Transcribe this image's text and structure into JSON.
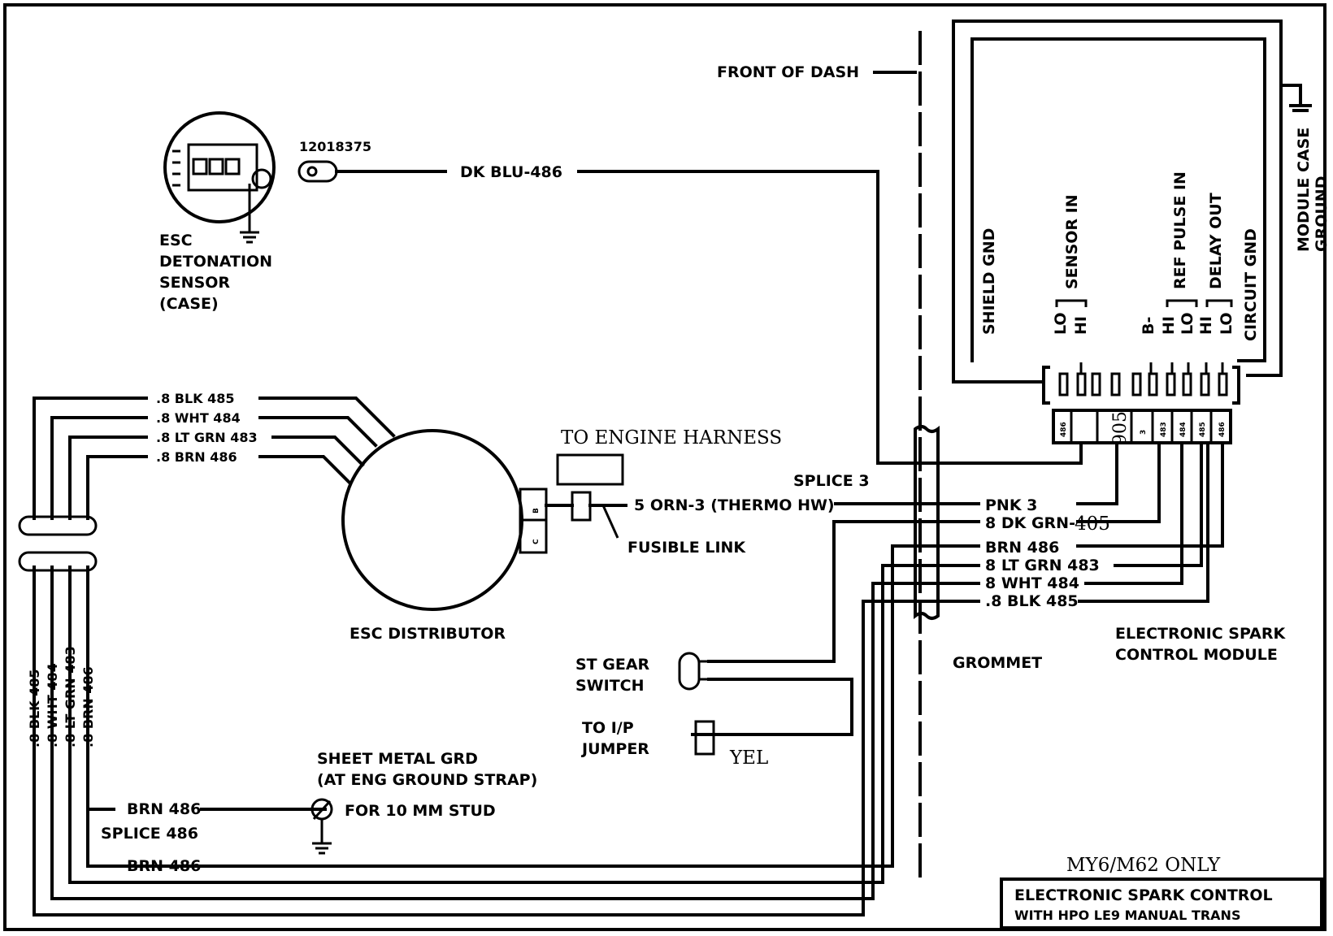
{
  "sensor": {
    "part_number": "12018375",
    "label_lines": [
      "ESC",
      "DETONATION",
      "SENSOR",
      "(CASE)"
    ]
  },
  "wires": {
    "dk_blu": "DK BLU-486",
    "front_of_dash": "FRONT OF DASH",
    "to_engine_harness": "TO ENGINE HARNESS",
    "orn_thermo": "5 ORN-3 (THERMO HW)",
    "fusible_link": "FUSIBLE LINK",
    "splice3": "SPLICE 3",
    "pnk3": "PNK 3",
    "dk_grn": "8 DK GRN-",
    "dk_grn_num": "405",
    "brn486": "BRN 486",
    "lt_grn483": "8 LT GRN 483",
    "wht484": "8 WHT 484",
    "blk485": ".8 BLK 485",
    "grommet": "GROMMET",
    "esc_distributor": "ESC DISTRIBUTOR",
    "dist_left": [
      ".8 BLK 485",
      ".8 WHT 484",
      ".8 LT GRN 483",
      ".8 BRN 486"
    ],
    "vertical": [
      ".8 BLK 485",
      ".8 WHT 484",
      ".8 LT GRN 483",
      ".8 BRN 486"
    ],
    "st_gear": [
      "ST  GEAR",
      "SWITCH"
    ],
    "to_ip": [
      "TO I/P",
      "JUMPER"
    ],
    "yel": "YEL",
    "sheet_metal": [
      "SHEET METAL GRD",
      "(AT ENG GROUND STRAP)"
    ],
    "brn_a": "BRN 486",
    "splice486": "SPLICE 486",
    "brn_b": "BRN 486",
    "stud": "FOR 10 MM STUD",
    "dist_c": "C",
    "dist_b": "B"
  },
  "module": {
    "pins": [
      "SHIELD GND",
      "SENSOR IN",
      "REF PULSE IN",
      "DELAY OUT",
      "CIRCUIT  GND"
    ],
    "case_ground": [
      "MODULE CASE",
      "GROUND"
    ],
    "lohi": [
      "LO",
      "HI",
      "B-",
      "HI",
      "LO",
      "HI",
      "LO"
    ],
    "conn_905": "905",
    "conn_small": [
      "486",
      "3",
      "483",
      "484",
      "485",
      "486"
    ],
    "label": [
      "ELECTRONIC SPARK",
      "CONTROL MODULE"
    ],
    "note": "MY6/M62  ONLY",
    "title": [
      "ELECTRONIC SPARK CONTROL",
      "WITH HPO LE9   MANUAL TRANS"
    ]
  }
}
